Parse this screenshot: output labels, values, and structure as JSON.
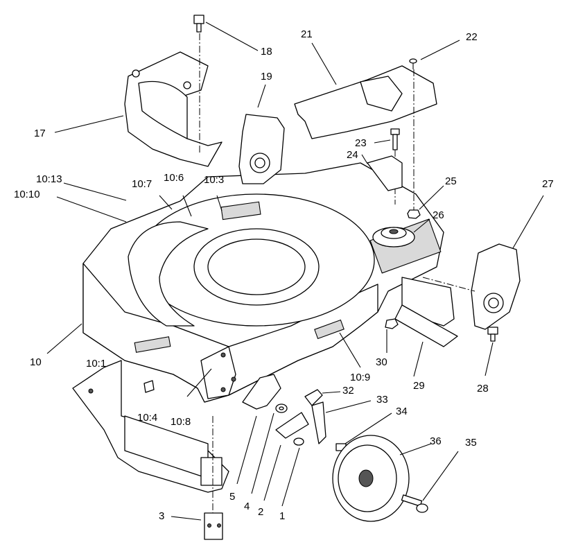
{
  "callouts": [
    {
      "id": "c18",
      "text": "18"
    },
    {
      "id": "c21",
      "text": "21"
    },
    {
      "id": "c22",
      "text": "22"
    },
    {
      "id": "c17",
      "text": "17"
    },
    {
      "id": "c19",
      "text": "19"
    },
    {
      "id": "c23",
      "text": "23"
    },
    {
      "id": "c24",
      "text": "24"
    },
    {
      "id": "c10_13",
      "text": "10:13"
    },
    {
      "id": "c10_7",
      "text": "10:7"
    },
    {
      "id": "c10_6",
      "text": "10:6"
    },
    {
      "id": "c10_3",
      "text": "10:3"
    },
    {
      "id": "c25",
      "text": "25"
    },
    {
      "id": "c27",
      "text": "27"
    },
    {
      "id": "c10_10",
      "text": "10:10"
    },
    {
      "id": "c26",
      "text": "26"
    },
    {
      "id": "c10",
      "text": "10"
    },
    {
      "id": "c10_1",
      "text": "10:1"
    },
    {
      "id": "c30",
      "text": "30"
    },
    {
      "id": "c10_9",
      "text": "10:9"
    },
    {
      "id": "c29",
      "text": "29"
    },
    {
      "id": "c28",
      "text": "28"
    },
    {
      "id": "c32",
      "text": "32"
    },
    {
      "id": "c10_4",
      "text": "10:4"
    },
    {
      "id": "c10_8",
      "text": "10:8"
    },
    {
      "id": "c33",
      "text": "33"
    },
    {
      "id": "c34",
      "text": "34"
    },
    {
      "id": "c36",
      "text": "36"
    },
    {
      "id": "c35",
      "text": "35"
    },
    {
      "id": "c5",
      "text": "5"
    },
    {
      "id": "c4",
      "text": "4"
    },
    {
      "id": "c2",
      "text": "2"
    },
    {
      "id": "c1",
      "text": "1"
    },
    {
      "id": "c3",
      "text": "3"
    }
  ]
}
